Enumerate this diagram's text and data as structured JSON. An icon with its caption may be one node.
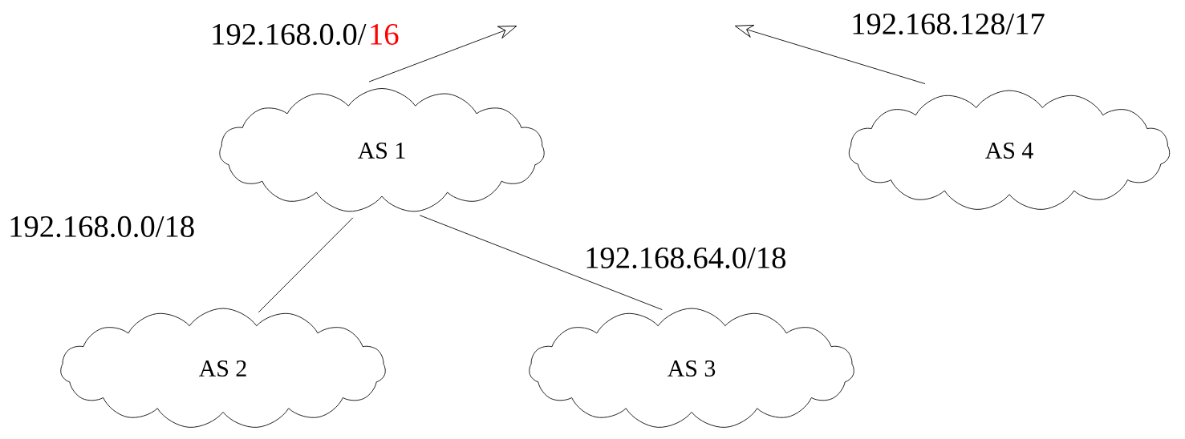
{
  "diagram": {
    "nodes": [
      {
        "text": [
          "AS 1"
        ]
      },
      {
        "text": [
          "AS 2"
        ]
      },
      {
        "text": [
          "AS 3"
        ]
      },
      {
        "text": [
          "AS 4"
        ]
      }
    ],
    "edges": [
      {
        "from": 0,
        "to": null,
        "arrow": "to",
        "label": "192.168.0.0/"
      },
      {
        "from": 3,
        "to": null,
        "arrow": "to",
        "label": "192.168.128/17"
      },
      {
        "from": 0,
        "to": 1,
        "arrow": "none",
        "label": "192.168.0.0/18"
      },
      {
        "from": 0,
        "to": 2,
        "arrow": "none",
        "label": "192.168.64.0/18"
      }
    ],
    "labels": [
      "16"
    ]
  }
}
